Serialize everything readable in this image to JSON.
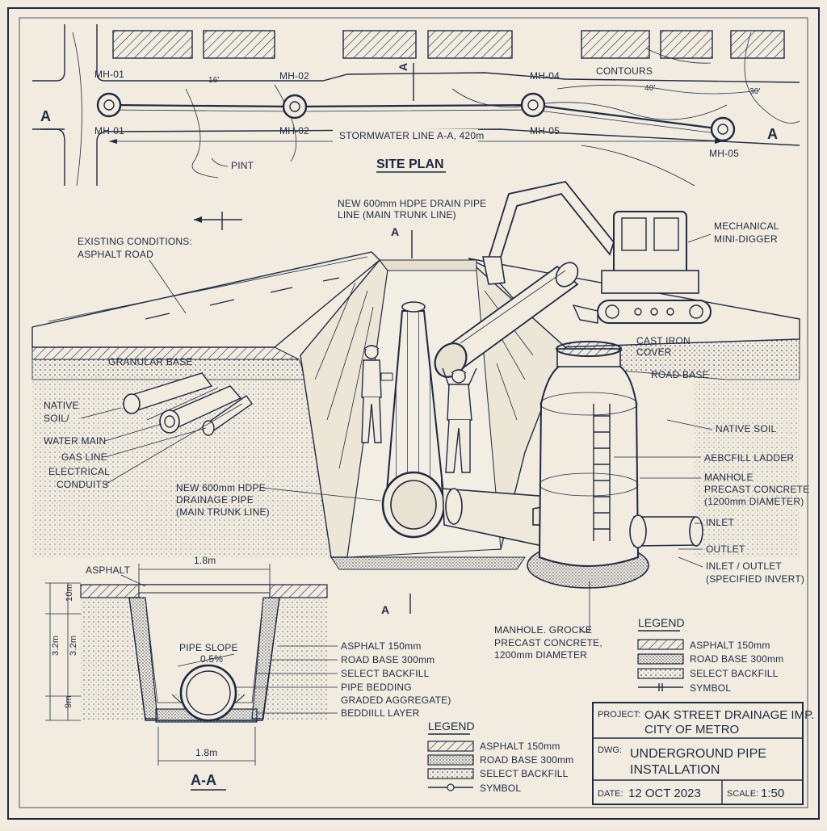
{
  "site_plan": {
    "title": "SITE PLAN",
    "manholes_top": [
      "MH-01",
      "MH-02",
      "MH-04"
    ],
    "manholes_bottom": [
      "MH-01",
      "MH-02",
      "MH-05",
      "MH-05"
    ],
    "contours_label": "CONTOURS",
    "contour_values": [
      "16'",
      "40'",
      "30'"
    ],
    "line_label": "STORMWATER LINE A-A, 420m",
    "section_marker": "A",
    "pint_label": "PINT"
  },
  "main_view": {
    "new_pipe_top": [
      "NEW 600mm HDPE DRAIN PIPE",
      "LINE (MAIN TRUNK LINE)"
    ],
    "existing": [
      "EXISTING CONDITIONS:",
      "ASPHALT ROAD"
    ],
    "granular_base": "GRANULAR BASE",
    "native_soil_left": [
      "NATIVE",
      "SOIL/"
    ],
    "water_main": "WATER MAIN",
    "gas_line": "GAS LINE",
    "electrical": [
      "ELECTRICAL",
      "CONDUITS"
    ],
    "new_pipe_mid": [
      "NEW 600mm HDPE",
      "DRAINAGE PIPE",
      "(MAIN TRUNK LINE)"
    ],
    "digger": [
      "MECHANICAL",
      "MINI-DIGGER"
    ],
    "cover": [
      "CAST IRON",
      "COVER"
    ],
    "road_base": "ROAD BASE",
    "native_soil_right": "NATIVE SOIL",
    "ladder": "AEBCFILL LADDER",
    "manhole": [
      "MANHOLE",
      "PRECAST CONCRETE",
      "(1200mm DIAMETER)"
    ],
    "inlet": "INLET",
    "outlet": "OUTLET",
    "inlet_outlet": [
      "INLET / OUTLET",
      "(SPECIFIED INVERT)"
    ],
    "manhole_note": [
      "MANHOLE. GROCKE",
      "PRECAST CONCRETE,",
      "1200mm DIAMETER"
    ],
    "section_marker": "A"
  },
  "section": {
    "title": "A-A",
    "asphalt": "ASPHALT",
    "width_top": "1.8m",
    "width_bottom": "1.8m",
    "dim_10m": "10m",
    "dim_32m_a": "3.2m",
    "dim_32m_b": "3.2m",
    "dim_9m": "9m",
    "pipe_slope": [
      "PIPE SLOPE",
      "0.5%"
    ],
    "callouts": [
      "ASPHALT 150mm",
      "ROAD BASE 300mm",
      "SELECT BACKFILL",
      "PIPE BEDDING",
      "GRADED AGGREGATE)",
      "BEDDIILL LAYER"
    ]
  },
  "legend_right": {
    "title": "LEGEND",
    "items": [
      "ASPHALT 150mm",
      "ROAD BASE 300mm",
      "SELECT BACKFILL",
      "SYMBOL"
    ]
  },
  "legend_bottom": {
    "title": "LEGEND",
    "items": [
      "ASPHALT 150mm",
      "ROAD BASE 300mm",
      "SELECT BACKFILL",
      "SYMBOL"
    ]
  },
  "title_block": {
    "project_label": "PROJECT:",
    "project_lines": [
      "OAK STREET DRAINAGE IMP.",
      "CITY OF METRO"
    ],
    "dwg_label": "DWG:",
    "dwg_lines": [
      "UNDERGROUND PIPE",
      "INSTALLATION"
    ],
    "date_label": "DATE:",
    "date_value": "12 OCT 2023",
    "scale_label": "SCALE:",
    "scale_value": "1:50"
  },
  "colors": {
    "ink": "#1f2a44",
    "paper": "#f1ecdf"
  }
}
